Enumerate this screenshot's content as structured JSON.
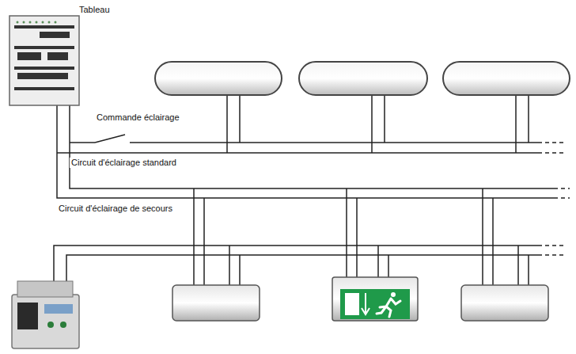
{
  "diagram": {
    "nodes": [
      {
        "text": [
          "Tableau"
        ]
      }
    ],
    "labels": [
      "Commande éclairage",
      "Circuit d'éclairage standard",
      "Circuit d'éclairage de secours"
    ]
  }
}
